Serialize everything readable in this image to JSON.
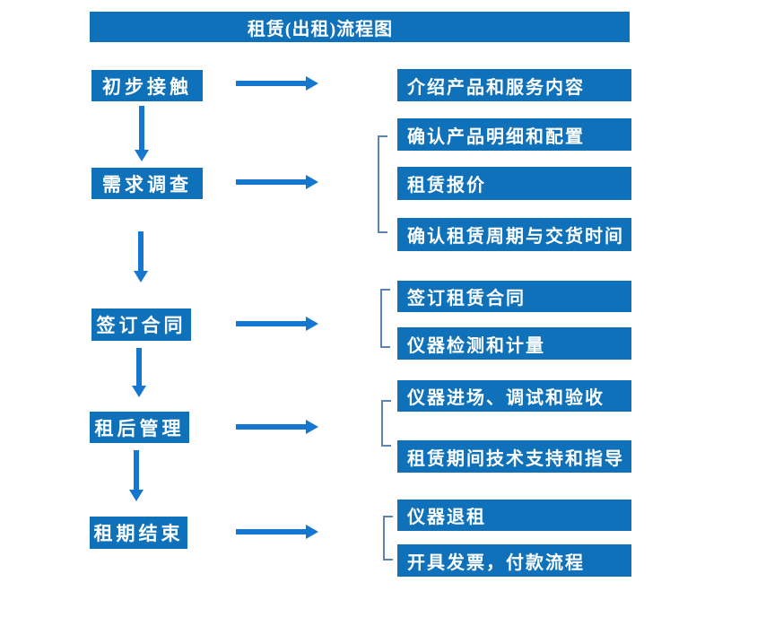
{
  "title": "租赁(出租)流程图",
  "colors": {
    "box": "#0e71ba",
    "arrow": "#1577cf",
    "bracket": "#5b83b5",
    "text": "#ffffff",
    "background": "#ffffff"
  },
  "groups": [
    {
      "step": "初步接触",
      "details": [
        "介绍产品和服务内容"
      ]
    },
    {
      "step": "需求调查",
      "details": [
        "确认产品明细和配置",
        "租赁报价",
        "确认租赁周期与交货时间"
      ]
    },
    {
      "step": "签订合同",
      "details": [
        "签订租赁合同",
        "仪器检测和计量"
      ]
    },
    {
      "step": "租后管理",
      "details": [
        "仪器进场、调试和验收",
        "租赁期间技术支持和指导"
      ]
    },
    {
      "step": "租期结束",
      "details": [
        "仪器退租",
        "开具发票，付款流程"
      ]
    }
  ]
}
